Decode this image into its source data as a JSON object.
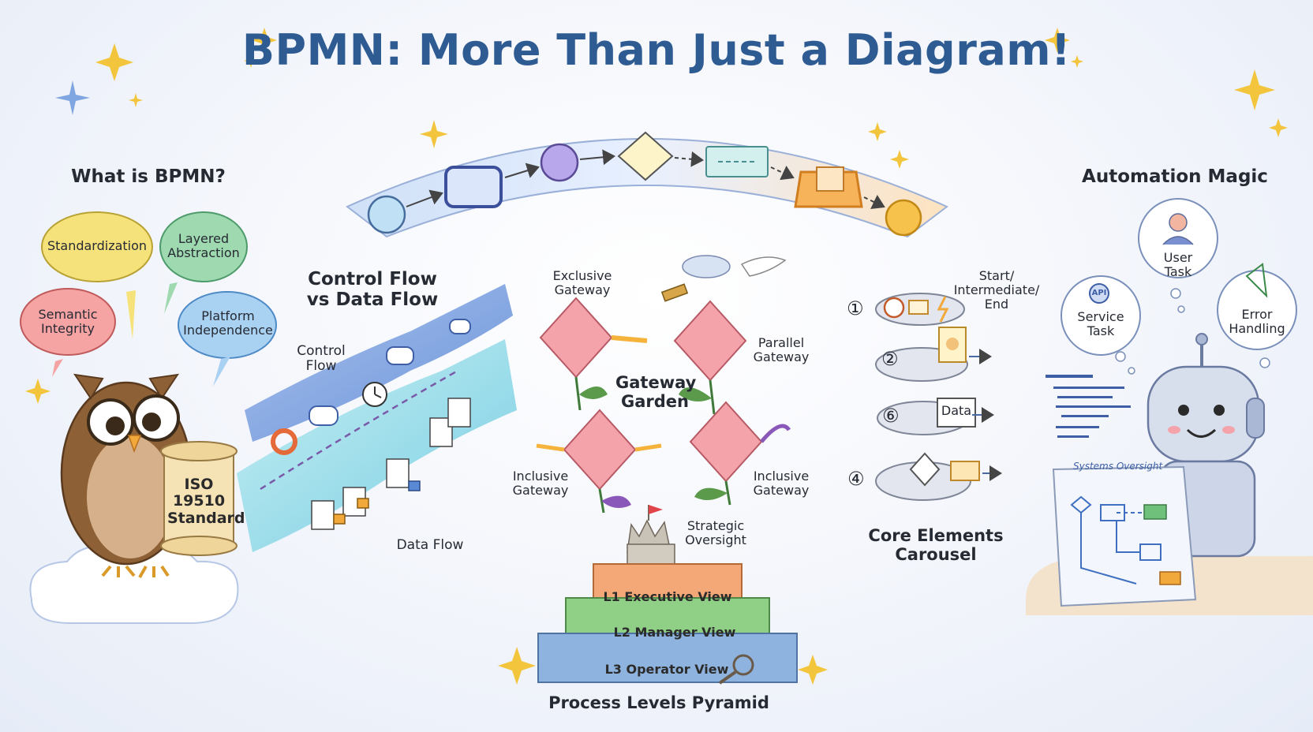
{
  "title": "BPMN: More Than Just a Diagram!",
  "sections": {
    "what_is": "What is BPMN?",
    "control_vs_data": "Control Flow vs Data Flow",
    "automation": "Automation Magic",
    "core_elements": "Core Elements Carousel",
    "gateway_garden": "Gateway Garden",
    "pyramid": "Process Levels Pyramid"
  },
  "bubbles": {
    "standardization": "Standardization",
    "layered": "Layered Abstraction",
    "semantic": "Semantic Integrity",
    "platform": "Platform Independence"
  },
  "scroll": "ISO 19510 Standard",
  "flows": {
    "control": "Control Flow",
    "data": "Data Flow"
  },
  "gateways": {
    "exclusive": "Exclusive Gateway",
    "parallel": "Parallel Gateway",
    "inclusive_left": "Inclusive Gateway",
    "inclusive_right": "Inclusive Gateway"
  },
  "pyramid": {
    "strategic": "Strategic Oversight",
    "l1": "L1 Executive View",
    "l2": "L2 Manager View",
    "l3": "L3 Operator View"
  },
  "carousel": {
    "numbers": [
      "①",
      "②",
      "⑥",
      "④"
    ],
    "events_label": "Start/ Intermediate/ End",
    "data_label": "Data"
  },
  "automation": {
    "user_task": "User Task",
    "service_task": "Service Task",
    "error_handling": "Error Handling",
    "api_label": "API",
    "oversight": "Systems Oversight"
  },
  "colors": {
    "title": "#2f5b93",
    "standardization": "#f6e27a",
    "layered": "#9ed9b0",
    "semantic": "#f5a3a3",
    "platform": "#a9d1f2",
    "l1": "#f4a877",
    "l2": "#8fcf86",
    "l3": "#8fb3df"
  }
}
